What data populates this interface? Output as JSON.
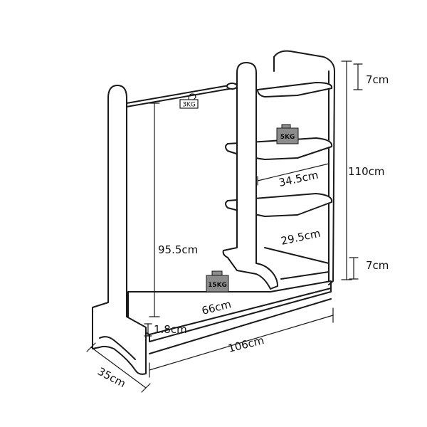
{
  "diagram": {
    "dimensions": {
      "total_width": "106cm",
      "total_height": "110cm",
      "depth": "35cm",
      "top_gap": "7cm",
      "bottom_gap": "7cm",
      "hanging_height": "95.5cm",
      "hanging_width": "66cm",
      "bottom_clearance": "1.8cm",
      "shelf_width": "34.5cm",
      "shelf_spacing": "29.5cm"
    },
    "loads": {
      "rail": "3KG",
      "shelf": "5KG",
      "bottom": "15KG"
    },
    "colors": {
      "line": "#1a1a1a",
      "weight_fill": "#8c8c8c",
      "background": "#ffffff"
    }
  }
}
